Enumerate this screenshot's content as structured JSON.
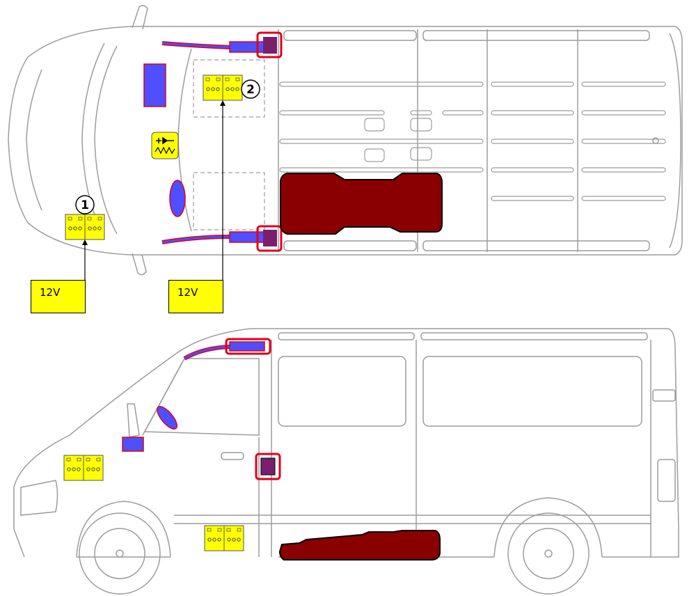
{
  "labels": {
    "battery_1": "12V",
    "battery_2": "12V"
  },
  "callouts": {
    "one": "1",
    "two": "2"
  },
  "colors": {
    "outline": "#9c9c9c",
    "battery_yellow": "#ffff00",
    "blue_component": "#4f4fff",
    "tank_red": "#8a0000",
    "highlight_red": "#e0001a",
    "purple_component": "#7a1f6e"
  },
  "icons": [
    "battery-icon",
    "heater-resistor-icon",
    "fuel-tank",
    "washer-reservoir"
  ]
}
